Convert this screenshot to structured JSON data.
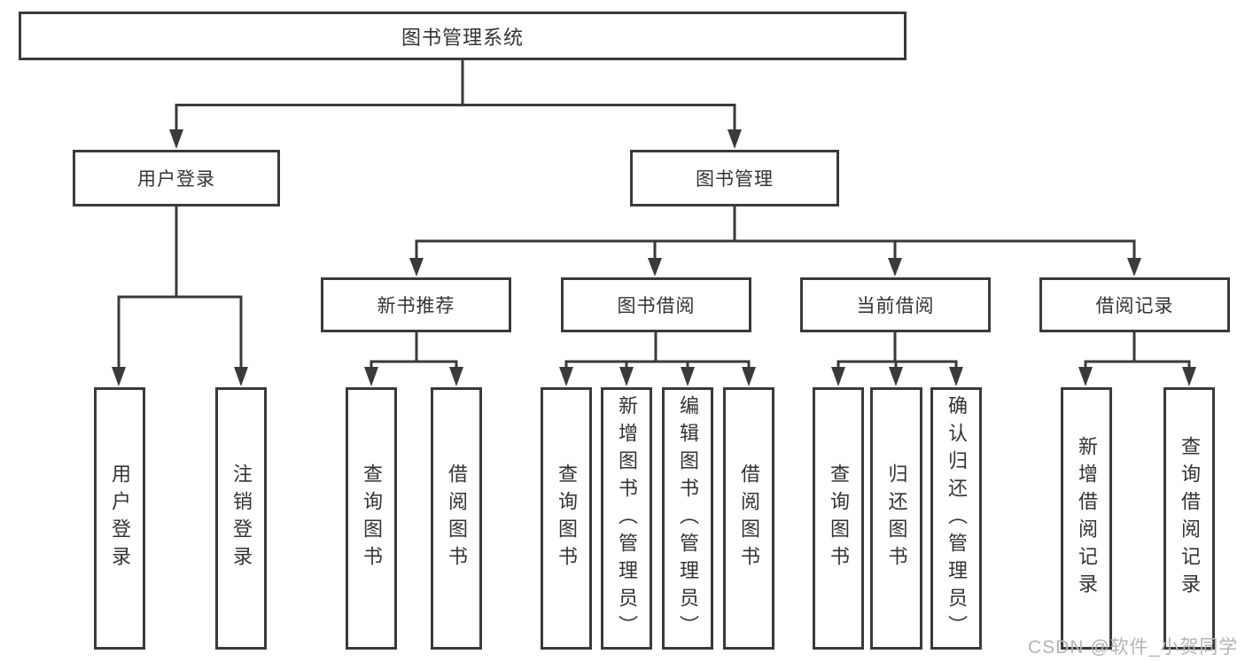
{
  "tree": {
    "root": {
      "label": "图书管理系统"
    },
    "branches": [
      {
        "label": "用户登录",
        "leaves": [
          {
            "label": "用户登录"
          },
          {
            "label": "注销登录"
          }
        ]
      },
      {
        "label": "图书管理",
        "groups": [
          {
            "label": "新书推荐",
            "leaves": [
              {
                "label": "查询图书"
              },
              {
                "label": "借阅图书"
              }
            ]
          },
          {
            "label": "图书借阅",
            "leaves": [
              {
                "label": "查询图书"
              },
              {
                "label": "新增图书（管理员）"
              },
              {
                "label": "编辑图书（管理员）"
              },
              {
                "label": "借阅图书"
              }
            ]
          },
          {
            "label": "当前借阅",
            "leaves": [
              {
                "label": "查询图书"
              },
              {
                "label": "归还图书"
              },
              {
                "label": "确认归还（管理员）"
              }
            ]
          },
          {
            "label": "借阅记录",
            "leaves": [
              {
                "label": "新增借阅记录"
              },
              {
                "label": "查询借阅记录"
              }
            ]
          }
        ]
      }
    ]
  },
  "watermark": {
    "text": "CSDN @软件_小贺同学"
  },
  "theme": {
    "line_color": "#3a3a3a",
    "text_color": "#333333",
    "box_bg": "#ffffff",
    "canvas_bg": "#ffffff",
    "watermark_color": "#b4b4b4"
  }
}
